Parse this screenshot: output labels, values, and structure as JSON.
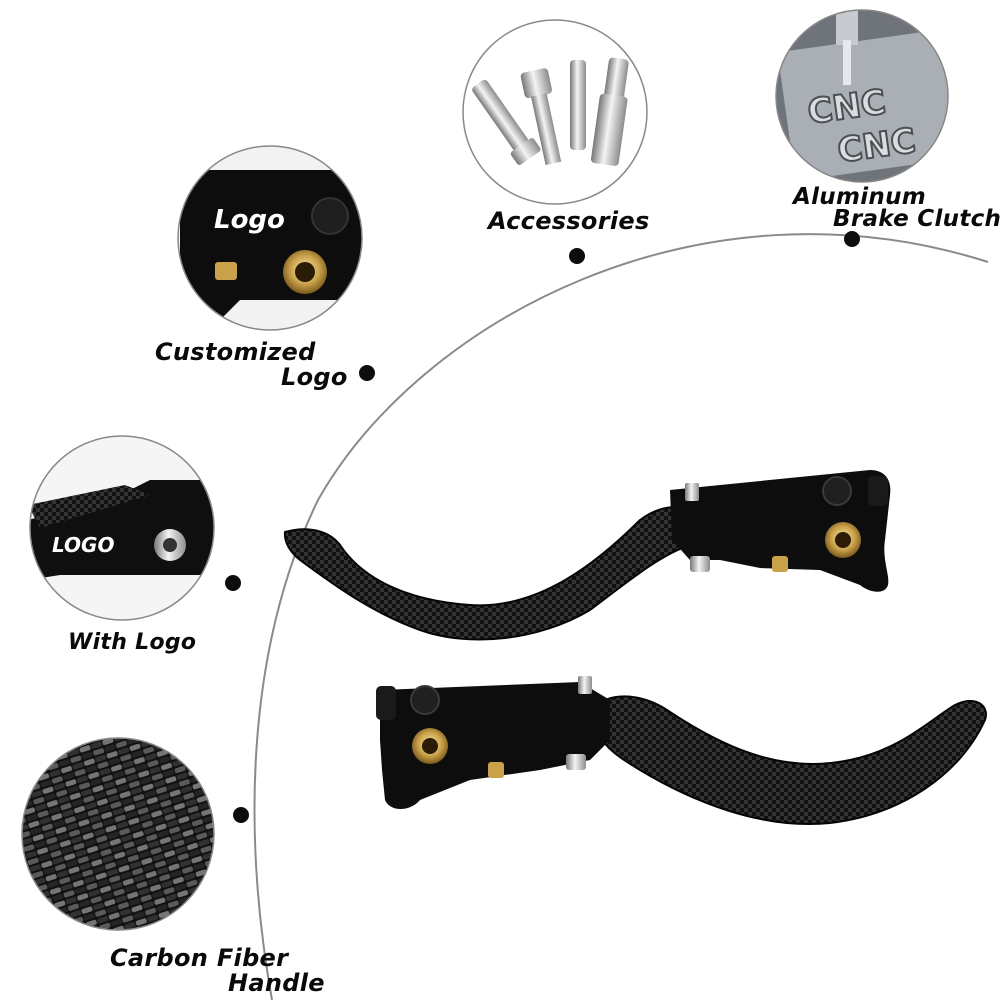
{
  "features": [
    {
      "id": "aluminum",
      "title_lines": [
        "Aluminum",
        "Brake Clutch"
      ],
      "image_text": "CNC",
      "icon": "cnc-machining-icon"
    },
    {
      "id": "accessories",
      "title_lines": [
        "Accessories"
      ],
      "icon": "bolts-pins-icon"
    },
    {
      "id": "custom-logo",
      "title_lines": [
        "Customized",
        "Logo"
      ],
      "image_text": "Logo",
      "icon": "lever-logo-closeup-icon"
    },
    {
      "id": "with-logo",
      "title_lines": [
        "With Logo"
      ],
      "image_text": "LOGO",
      "icon": "lever-logo-side-icon"
    },
    {
      "id": "carbon",
      "title_lines": [
        "Carbon Fiber",
        "Handle"
      ],
      "icon": "carbon-fiber-weave-icon"
    }
  ],
  "colors": {
    "lever_black": "#0d0d0d",
    "brass": "#c9a14a",
    "arc": "#8a8a8a",
    "carbon_light": "#3a3a3a"
  }
}
